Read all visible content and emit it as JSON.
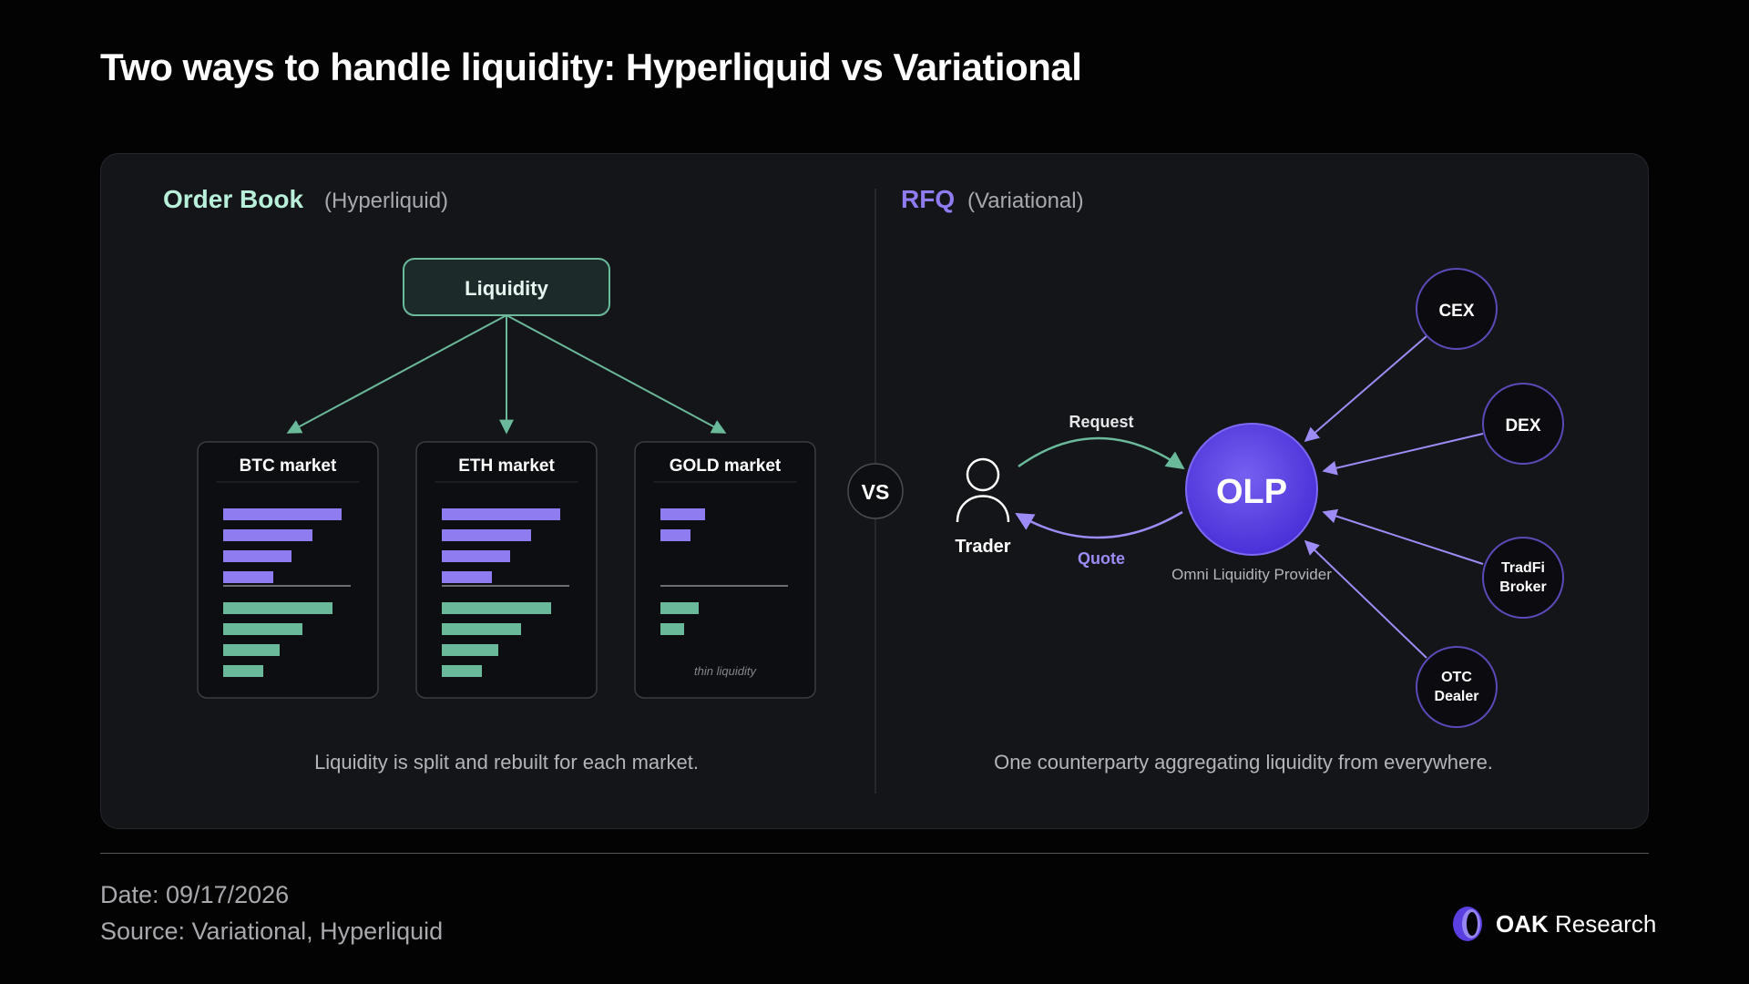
{
  "title": "Two ways to handle liquidity: Hyperliquid vs Variational",
  "left": {
    "heading": "Order Book",
    "subheading": "(Hyperliquid)",
    "source_node": "Liquidity",
    "markets": [
      {
        "name": "BTC market",
        "bids": [
          1.0,
          0.75,
          0.58,
          0.42
        ],
        "asks": [
          0.92,
          0.67,
          0.48,
          0.34
        ],
        "note": ""
      },
      {
        "name": "ETH market",
        "bids": [
          1.0,
          0.75,
          0.58,
          0.42
        ],
        "asks": [
          0.92,
          0.67,
          0.48,
          0.34
        ],
        "note": ""
      },
      {
        "name": "GOLD market",
        "bids": [
          0.38,
          0.25
        ],
        "asks": [
          0.32,
          0.2
        ],
        "note": "thin liquidity"
      }
    ],
    "caption": "Liquidity is split and rebuilt for each market."
  },
  "vs_label": "VS",
  "right": {
    "heading": "RFQ",
    "subheading": "(Variational)",
    "trader_label": "Trader",
    "request_label": "Request",
    "quote_label": "Quote",
    "hub_label": "OLP",
    "hub_caption": "Omni Liquidity Provider",
    "sources": [
      {
        "lines": [
          "CEX"
        ]
      },
      {
        "lines": [
          "DEX"
        ]
      },
      {
        "lines": [
          "TradFi",
          "Broker"
        ]
      },
      {
        "lines": [
          "OTC",
          "Dealer"
        ]
      }
    ],
    "caption": "One counterparty aggregating liquidity from everywhere."
  },
  "footer": {
    "date": "Date: 09/17/2026",
    "source": "Source: Variational, Hyperliquid",
    "brand_bold": "OAK",
    "brand_rest": " Research"
  },
  "colors": {
    "teal": "#6ab99a",
    "teal_light": "#b9f0da",
    "purple": "#8f7cf0",
    "purple_dark": "#5b3fe0",
    "panel_bg": "#141519"
  }
}
